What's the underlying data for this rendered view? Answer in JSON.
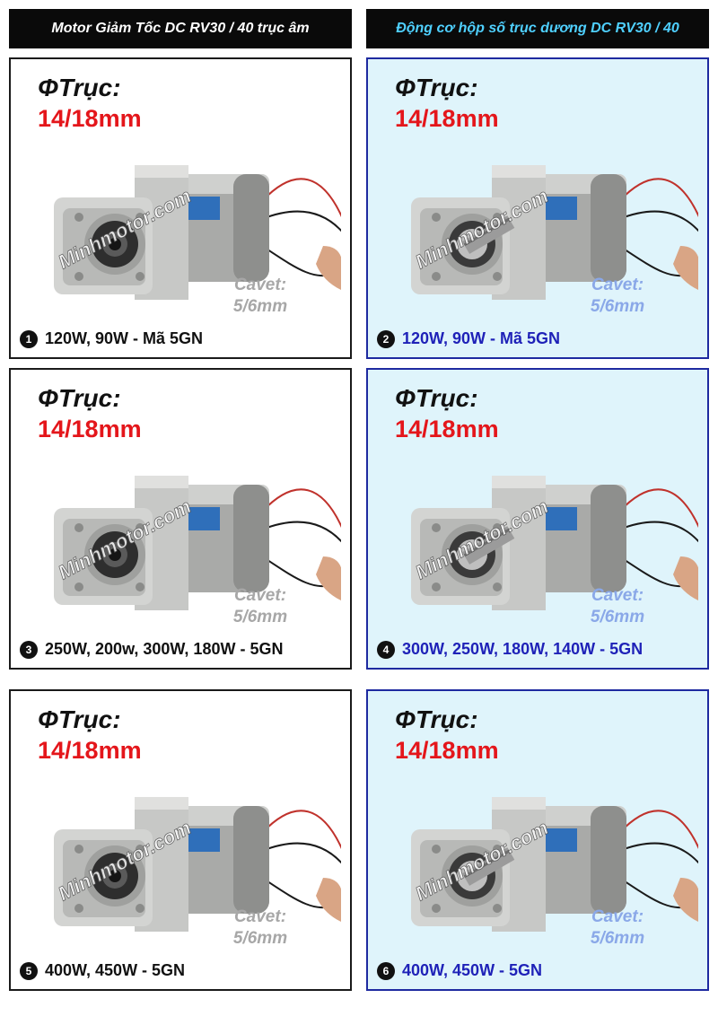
{
  "headers": {
    "left": "Motor Giảm Tốc DC RV30 / 40 trục âm",
    "right": "Động cơ hộp số trục dương DC RV30 / 40"
  },
  "watermark": "Minhmotor.com",
  "panels": [
    {
      "number": "1",
      "shaft_title": "ΦTrục:",
      "shaft_size": "14/18mm",
      "cavet_line1": "Cavet:",
      "cavet_line2": "5/6mm",
      "caption": "120W, 90W - Mã 5GN"
    },
    {
      "number": "2",
      "shaft_title": "ΦTrục:",
      "shaft_size": "14/18mm",
      "cavet_line1": "Cavet:",
      "cavet_line2": "5/6mm",
      "caption": "120W, 90W - Mã 5GN"
    },
    {
      "number": "3",
      "shaft_title": "ΦTrục:",
      "shaft_size": "14/18mm",
      "cavet_line1": "Cavet:",
      "cavet_line2": "5/6mm",
      "caption": "250W, 200w, 300W, 180W - 5GN"
    },
    {
      "number": "4",
      "shaft_title": "ΦTrục:",
      "shaft_size": "14/18mm",
      "cavet_line1": "Cavet:",
      "cavet_line2": "5/6mm",
      "caption": "300W, 250W, 180W, 140W - 5GN"
    },
    {
      "number": "5",
      "shaft_title": "ΦTrục:",
      "shaft_size": "14/18mm",
      "cavet_line1": "Cavet:",
      "cavet_line2": "5/6mm",
      "caption": "400W, 450W - 5GN"
    },
    {
      "number": "6",
      "shaft_title": "ΦTrục:",
      "shaft_size": "14/18mm",
      "cavet_line1": "Cavet:",
      "cavet_line2": "5/6mm",
      "caption": "400W, 450W - 5GN"
    }
  ]
}
